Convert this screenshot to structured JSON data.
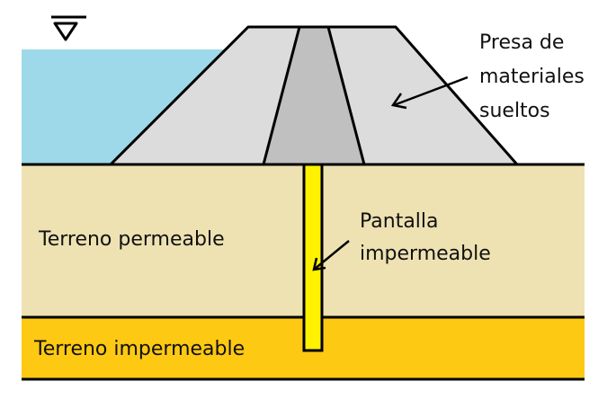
{
  "labels": {
    "dam_line1": "Presa de",
    "dam_line2": "materiales",
    "dam_line3": "sueltos",
    "wall_line1": "Pantalla",
    "wall_line2": "impermeable",
    "permeable": "Terreno permeable",
    "impermeable": "Terreno impermeable"
  },
  "icons": {
    "water_level": "water-level-triangle-icon"
  },
  "colors": {
    "water": "#9DD9E8",
    "dam_shell": "#DCDCDC",
    "dam_core": "#C0C0C0",
    "permeable_soil": "#EEE2B2",
    "impermeable_soil": "#FDC913",
    "cutoff_wall": "#FFF200"
  }
}
